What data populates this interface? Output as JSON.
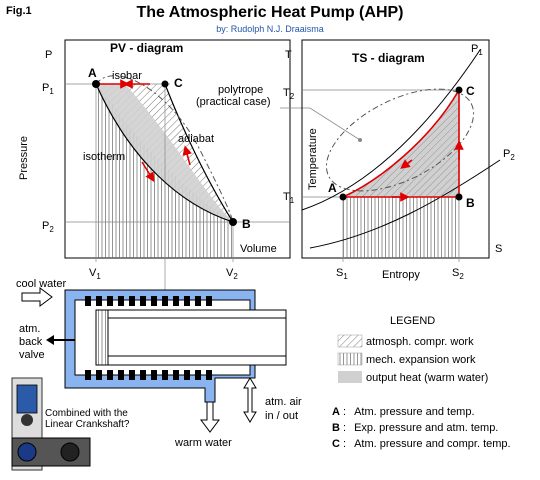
{
  "figure_label": "Fig.1",
  "title": "The Atmospheric Heat Pump   (AHP)",
  "byline": "by: Rudolph N.J. Draaisma",
  "pv": {
    "title": "PV - diagram",
    "axis_p": "P",
    "axis_pressure": "Pressure",
    "axis_volume": "Volume",
    "p1": "P",
    "p1_sub": "1",
    "p2": "P",
    "p2_sub": "2",
    "v1": "V",
    "v1_sub": "1",
    "v2": "V",
    "v2_sub": "2",
    "pt_a": "A",
    "pt_b": "B",
    "pt_c": "C",
    "isobar": "isobar",
    "isotherm": "isotherm",
    "adiabat": "adiabat",
    "polytrope": "polytrope",
    "practical": "(practical case)"
  },
  "ts": {
    "title": "TS - diagram",
    "axis_t": "T",
    "axis_temperature": "Temperature",
    "axis_s": "S",
    "axis_entropy": "Entropy",
    "t1": "T",
    "t1_sub": "1",
    "t2": "T",
    "t2_sub": "2",
    "s1": "S",
    "s1_sub": "1",
    "s2": "S",
    "s2_sub": "2",
    "p1": "P",
    "p1_sub": "1",
    "p2": "P",
    "p2_sub": "2",
    "pt_a": "A",
    "pt_b": "B",
    "pt_c": "C"
  },
  "machine": {
    "cool_water": "cool water",
    "warm_water": "warm water",
    "atm_back_valve_1": "atm.",
    "atm_back_valve_2": "back",
    "atm_back_valve_3": "valve",
    "atm_air_1": "atm. air",
    "atm_air_2": "in / out",
    "combined_1": "Combined with the",
    "combined_2": "Linear Crankshaft?"
  },
  "legend": {
    "title": "LEGEND",
    "items": [
      {
        "pattern": "diagonal-hatch",
        "label": "atmosph. compr. work"
      },
      {
        "pattern": "vertical-hatch",
        "label": "mech. expansion work"
      },
      {
        "pattern": "grey-fill",
        "label": "output heat (warm water)"
      }
    ],
    "points": [
      {
        "key": "A",
        "sep": " :",
        "text": "Atm. pressure and temp."
      },
      {
        "key": "B",
        "sep": " :",
        "text": "Exp. pressure and atm. temp."
      },
      {
        "key": "C",
        "sep": " :",
        "text": "Atm. pressure and compr. temp."
      }
    ]
  },
  "colors": {
    "cycle_red": "#e00000",
    "heat_grey": "#d0d0d0",
    "water_blue": "#8ab4f0",
    "hatch": "#555555"
  }
}
